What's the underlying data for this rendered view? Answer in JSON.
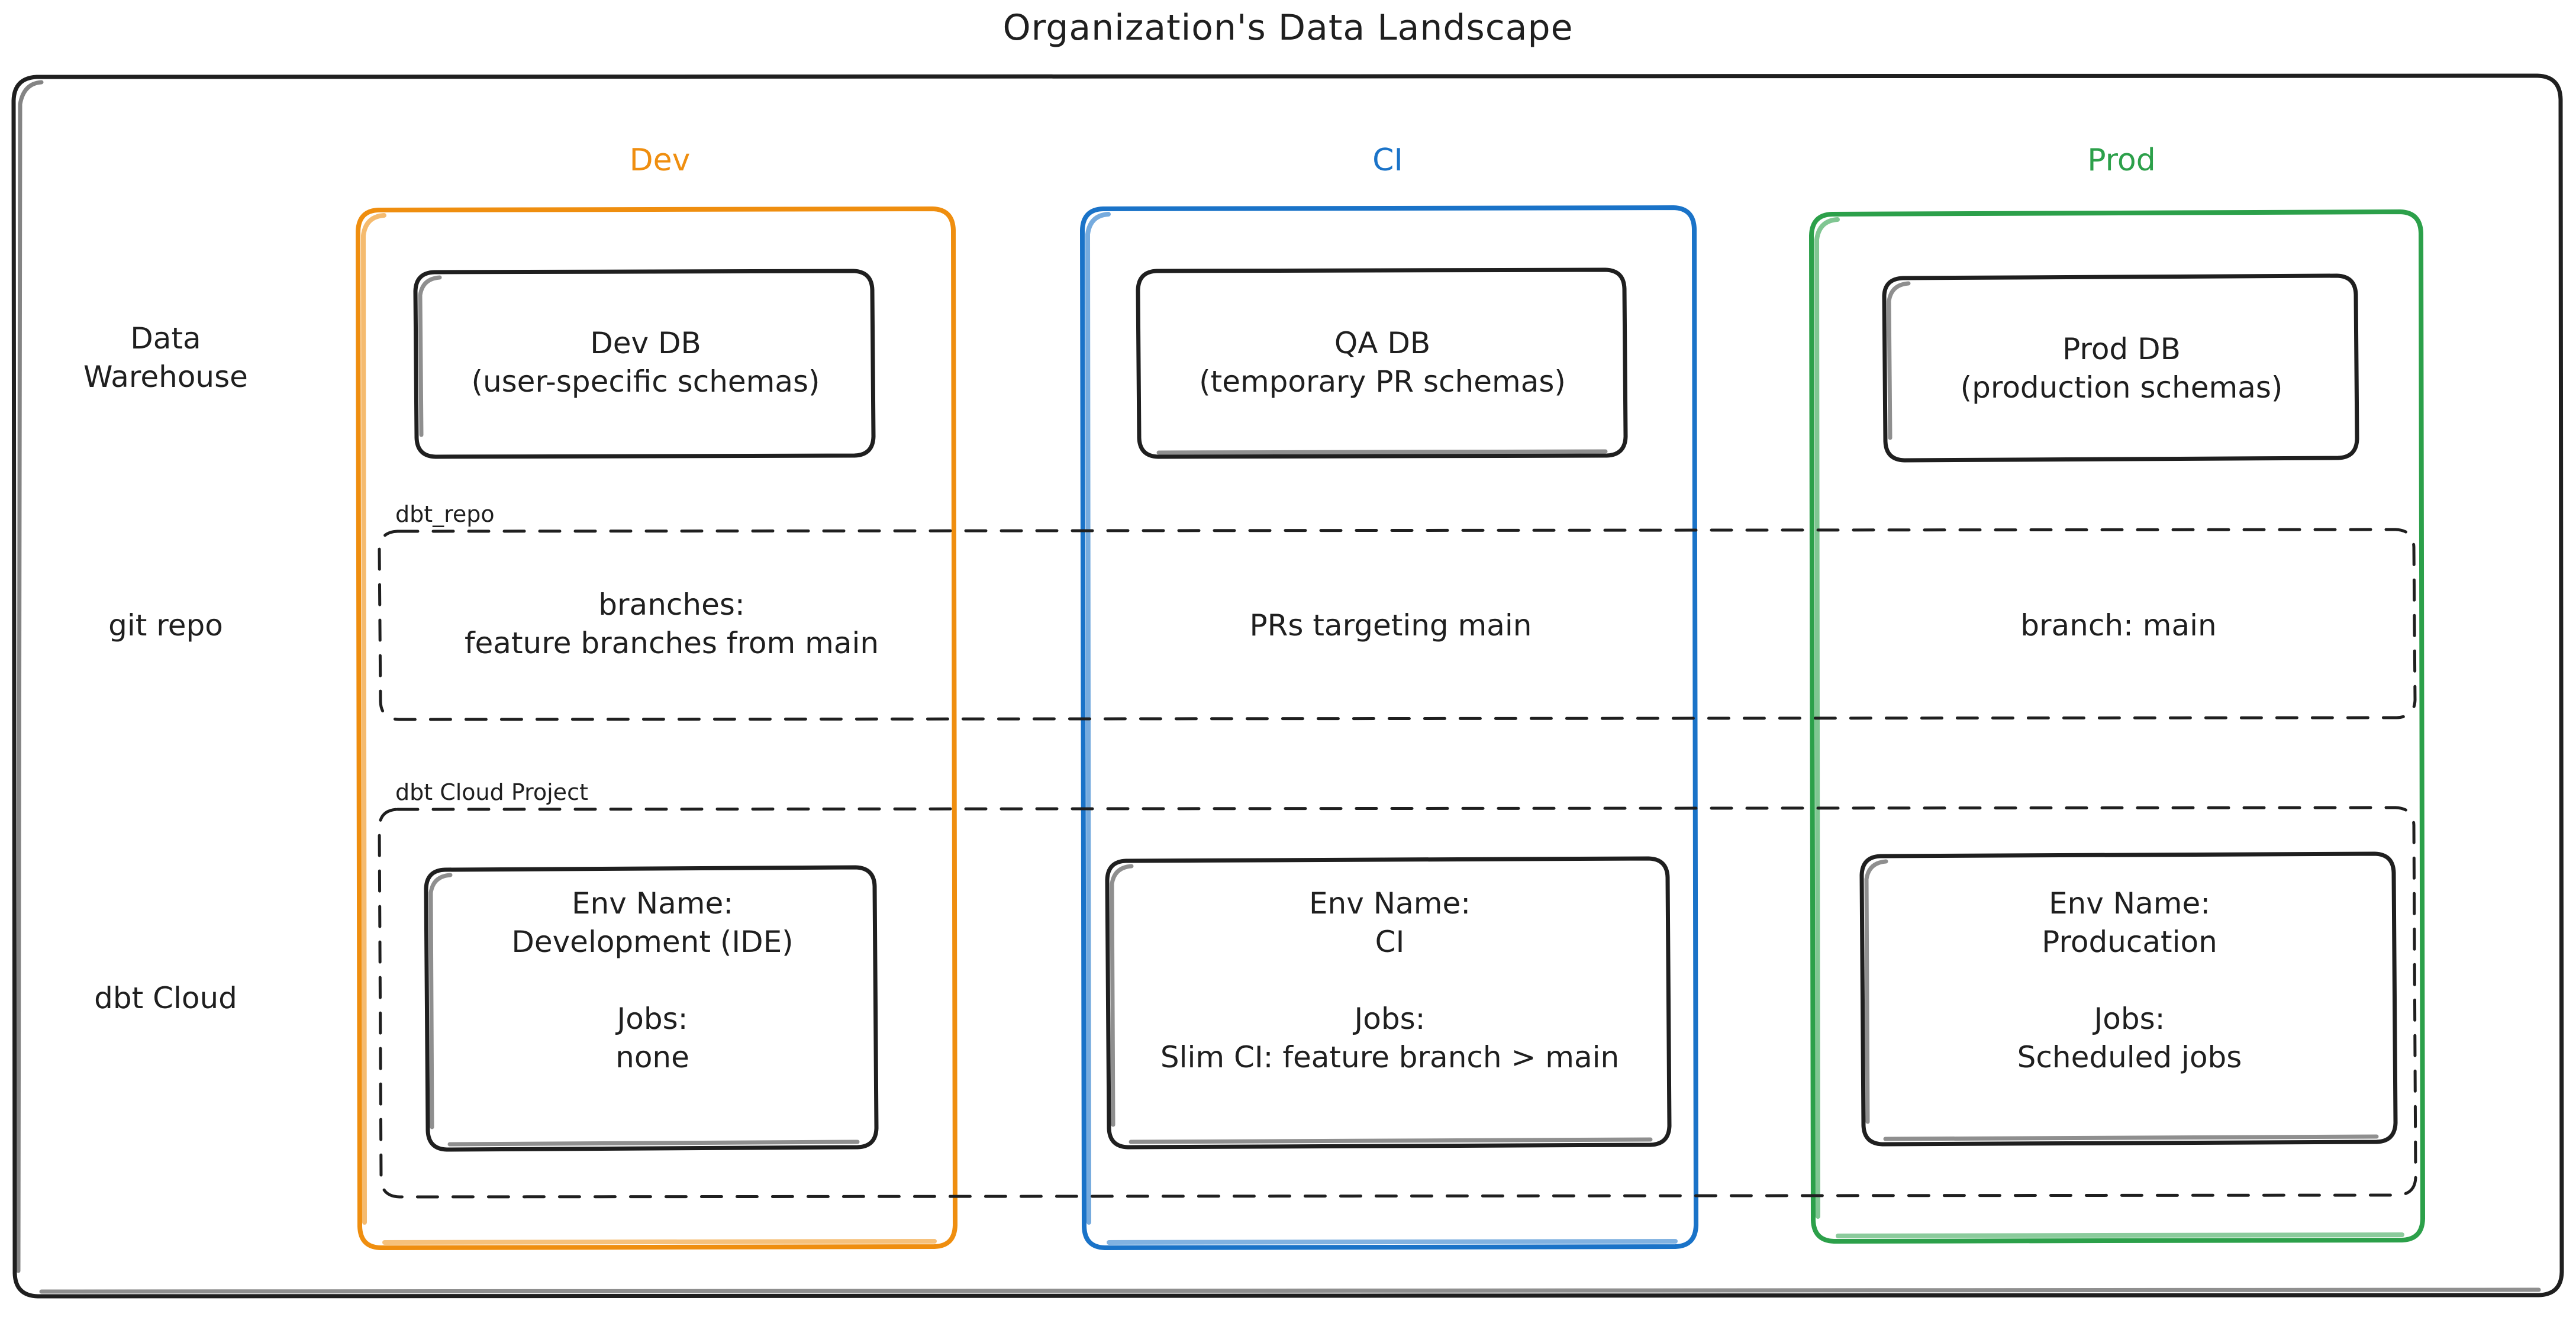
{
  "diagram": {
    "title": "Organization's Data Landscape",
    "type": "architecture-diagram",
    "colors": {
      "dev": "#ef8e0f",
      "ci": "#1a73c8",
      "prod": "#2ca04a",
      "stroke": "#1f1f1f",
      "background": "#ffffff"
    },
    "columns": [
      {
        "key": "dev",
        "label": "Dev"
      },
      {
        "key": "ci",
        "label": "CI"
      },
      {
        "key": "prod",
        "label": "Prod"
      }
    ],
    "rows": [
      {
        "key": "warehouse",
        "label": "Data\nWarehouse"
      },
      {
        "key": "git",
        "label": "git repo"
      },
      {
        "key": "dbtcloud",
        "label": "dbt Cloud"
      }
    ],
    "group_labels": {
      "git_repo": "dbt_repo",
      "dbt_cloud_project": "dbt Cloud Project"
    },
    "cells": {
      "warehouse": {
        "dev": "Dev DB\n(user-specific schemas)",
        "ci": "QA DB\n(temporary PR schemas)",
        "prod": "Prod DB\n(production schemas)"
      },
      "git": {
        "dev": "branches:\nfeature branches from main",
        "ci": "PRs targeting main",
        "prod": "branch: main"
      },
      "dbtcloud": {
        "dev": "Env Name:\nDevelopment (IDE)\n\nJobs:\nnone",
        "ci": "Env Name:\nCI\n\nJobs:\nSlim CI: feature branch > main",
        "prod": "Env Name:\nProducation\n\nJobs:\nScheduled jobs"
      }
    }
  }
}
